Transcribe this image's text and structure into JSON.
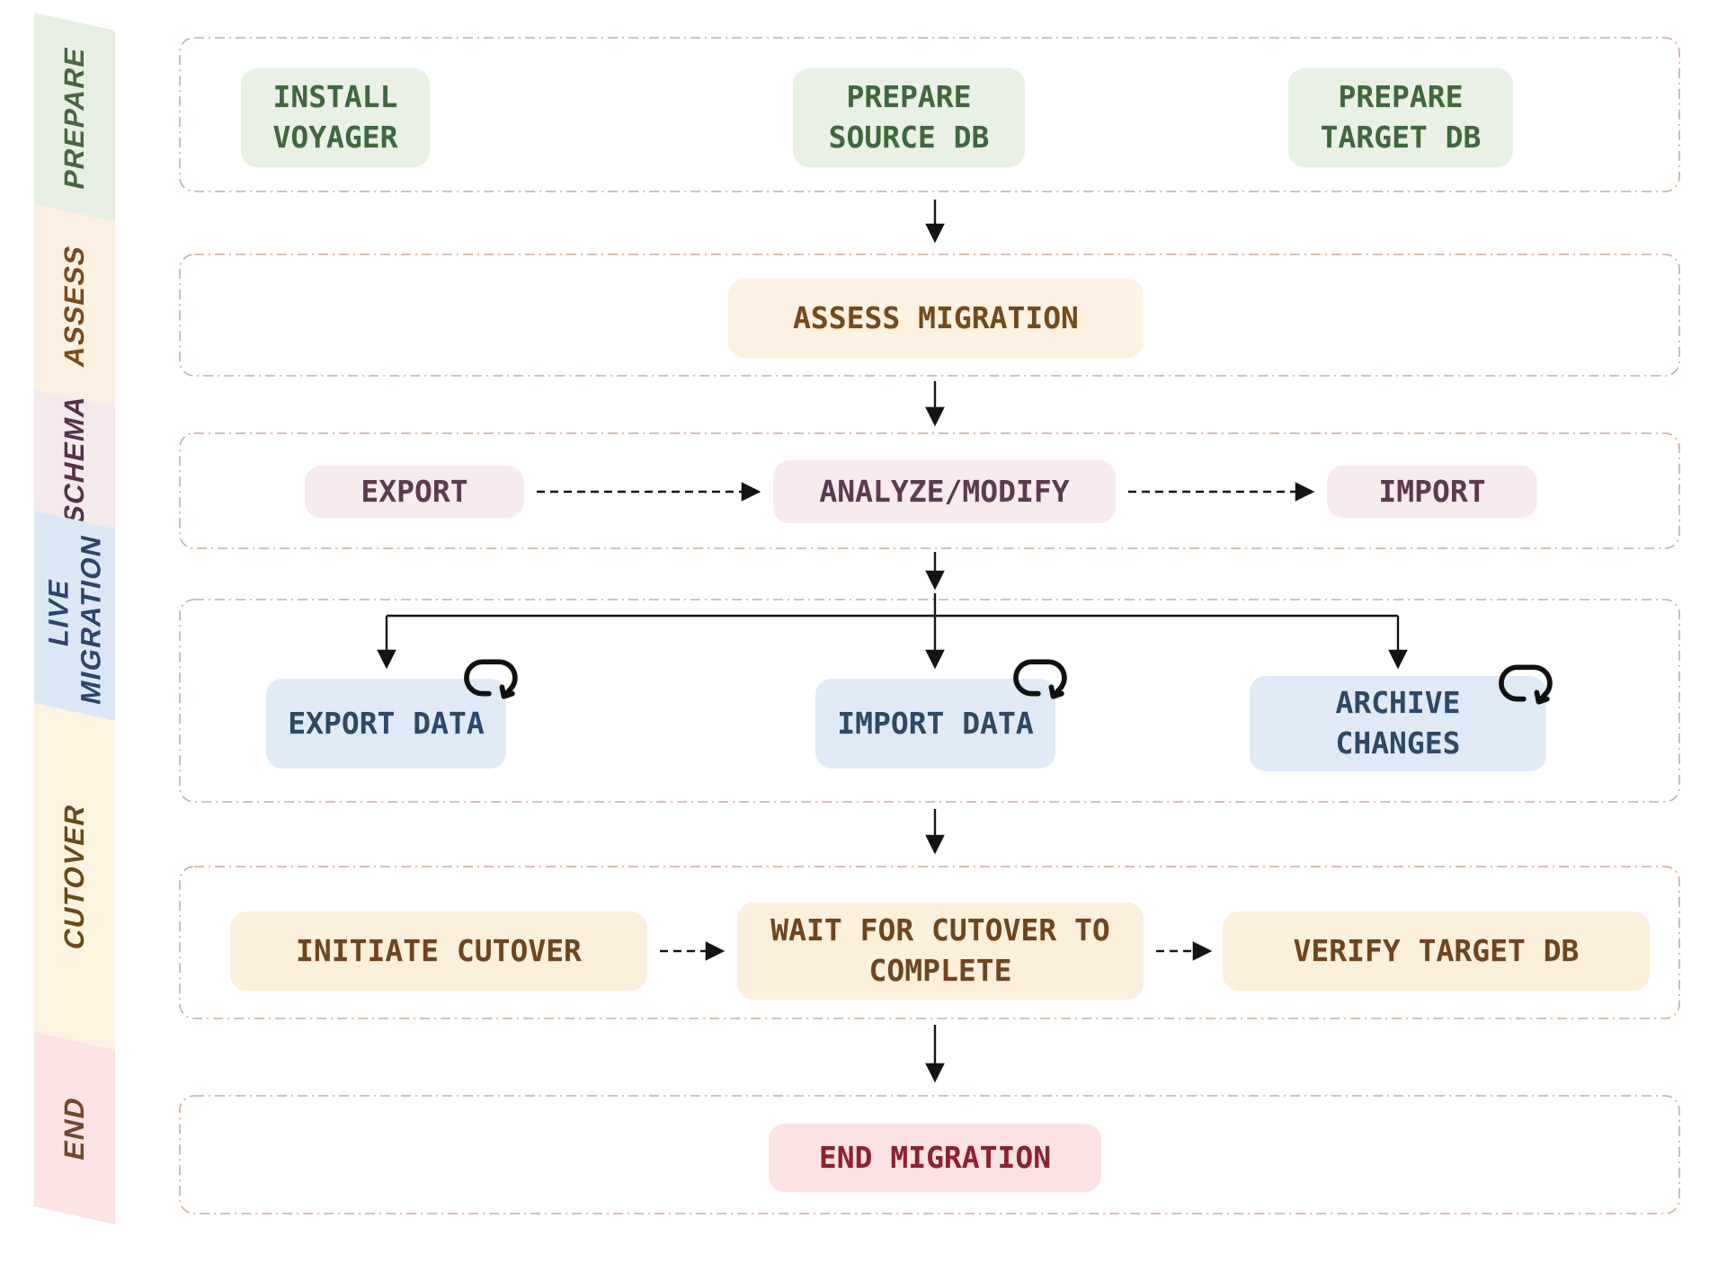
{
  "sidebar": {
    "phases": [
      {
        "id": "prepare",
        "label": "PREPARE"
      },
      {
        "id": "assess",
        "label": "ASSESS"
      },
      {
        "id": "schema",
        "label": "SCHEMA"
      },
      {
        "id": "live-migration",
        "label": "LIVE\nMIGRATION"
      },
      {
        "id": "cutover",
        "label": "CUTOVER"
      },
      {
        "id": "end",
        "label": "END"
      }
    ]
  },
  "lanes": [
    {
      "id": "prepare",
      "nodes": [
        {
          "label": "INSTALL\nVOYAGER"
        },
        {
          "label": "PREPARE\nSOURCE DB"
        },
        {
          "label": "PREPARE\nTARGET DB"
        }
      ]
    },
    {
      "id": "assess",
      "nodes": [
        {
          "label": "ASSESS MIGRATION"
        }
      ]
    },
    {
      "id": "schema",
      "nodes": [
        {
          "label": "EXPORT"
        },
        {
          "label": "ANALYZE/MODIFY"
        },
        {
          "label": "IMPORT"
        }
      ]
    },
    {
      "id": "live-migration",
      "nodes": [
        {
          "label": "EXPORT DATA"
        },
        {
          "label": "IMPORT DATA"
        },
        {
          "label": "ARCHIVE\nCHANGES"
        }
      ]
    },
    {
      "id": "cutover",
      "nodes": [
        {
          "label": "INITIATE CUTOVER"
        },
        {
          "label": "WAIT FOR CUTOVER TO\nCOMPLETE"
        },
        {
          "label": "VERIFY TARGET DB"
        }
      ]
    },
    {
      "id": "end",
      "nodes": [
        {
          "label": "END MIGRATION"
        }
      ]
    }
  ],
  "icons": [
    {
      "name": "repeat-loop-icon",
      "meaning": "looping / continuous step"
    }
  ],
  "colors": {
    "prepare_bg": "#e9f1e4",
    "prepare_text": "#3f683d",
    "assess_bg": "#fdf2e2",
    "assess_text": "#744a1c",
    "schema_bg": "#f7ebee",
    "schema_text": "#5e3a4f",
    "live_bg": "#e0eaf7",
    "live_text": "#2e4966",
    "cutover_bg": "#fcefdc",
    "cutover_text": "#6f4520",
    "end_bg": "#fde2e4",
    "end_text": "#8c2130",
    "lane_border": "#cfa893",
    "arrow": "#141414"
  }
}
